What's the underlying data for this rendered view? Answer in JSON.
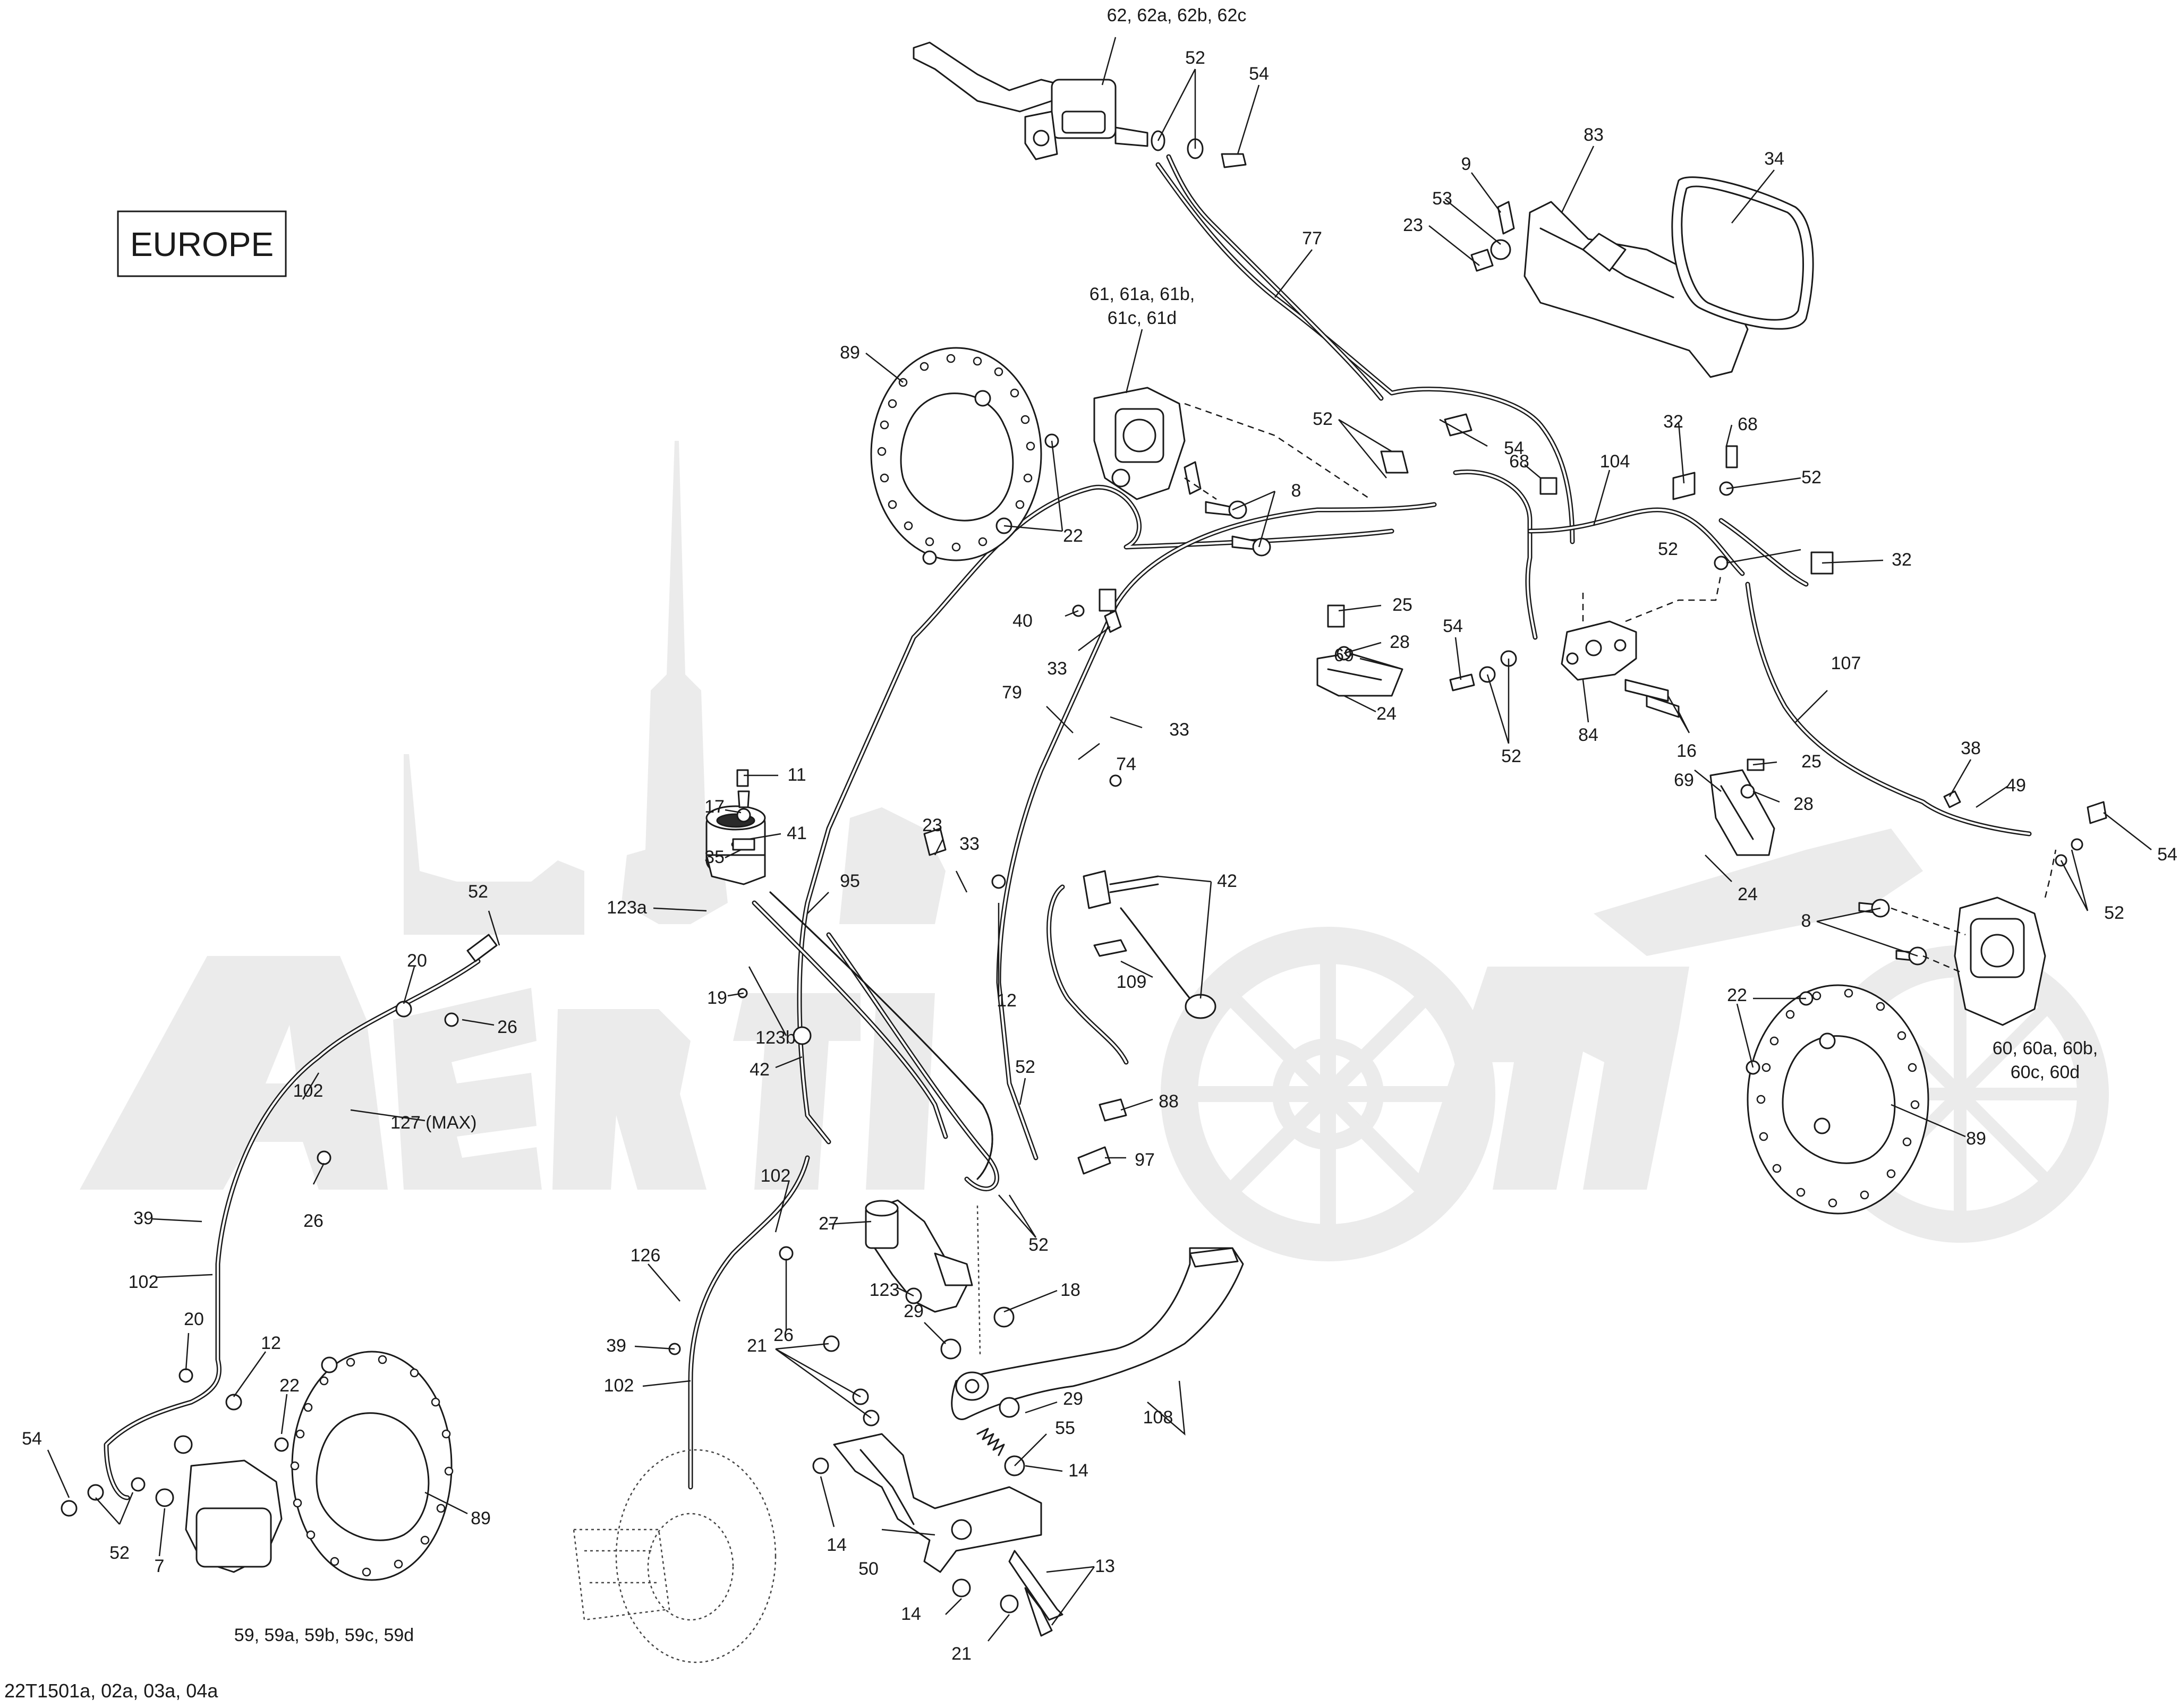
{
  "region_label": "EUROPE",
  "reference": "22T1501a, 02a, 03a, 04a",
  "callouts": {
    "c62": "62, 62a, 62b, 62c",
    "c52_top": "52",
    "c54_top": "54",
    "c77": "77",
    "c83": "83",
    "c34": "34",
    "c9": "9",
    "c53": "53",
    "c23_top": "23",
    "c61a": "61, 61a, 61b,",
    "c61b": "61c, 61d",
    "c89_top": "89",
    "c52_mid": "52",
    "c54_mid": "54",
    "c68_left": "68",
    "c104": "104",
    "c32_top": "32",
    "c68_right": "68",
    "c52_right1": "52",
    "c52_right2": "52",
    "c32_right": "32",
    "c8_top": "8",
    "c22_top": "22",
    "c25_top": "25",
    "c28_top": "28",
    "c69_top": "69",
    "c24_top": "24",
    "c54_center": "54",
    "c84": "84",
    "c52_center": "52",
    "c16": "16",
    "c40": "40",
    "c33_upper": "33",
    "c33_mid": "33",
    "c79": "79",
    "c74": "74",
    "c107": "107",
    "c25_right": "25",
    "c28_right": "28",
    "c69_right": "69",
    "c24_right": "24",
    "c38": "38",
    "c49": "49",
    "c54_right": "54",
    "c52_far_right": "52",
    "c8_right": "8",
    "c60a": "60, 60a, 60b,",
    "c60b": "60c, 60d",
    "c22_right": "22",
    "c89_right": "89",
    "c11": "11",
    "c17": "17",
    "c41": "41",
    "c35": "35",
    "c123a": "123a",
    "c95": "95",
    "c23_center": "23",
    "c33_center": "33",
    "c42": "42",
    "c19": "19",
    "c12_center": "12",
    "c109": "109",
    "c123b": "123b",
    "c42_left": "42",
    "c52_center2": "52",
    "c88": "88",
    "c97": "97",
    "c27": "27",
    "c52_lower": "52",
    "c123": "123",
    "c18": "18",
    "c102_center": "102",
    "c26_center": "26",
    "c126": "126",
    "c29_upper": "29",
    "c29_lower": "29",
    "c108": "108",
    "c21_upper": "21",
    "c39_center": "39",
    "c102_center2": "102",
    "c55": "55",
    "c14_right": "14",
    "c14_left": "14",
    "c50": "50",
    "c13": "13",
    "c14_bottom": "14",
    "c21_bottom": "21",
    "c52_left": "52",
    "c20_upper": "20",
    "c26_upper": "26",
    "c102_left": "102",
    "c127": "127 (MAX)",
    "c26_left": "26",
    "c39_left": "39",
    "c102_left2": "102",
    "c20_lower": "20",
    "c12_left": "12",
    "c22_left": "22",
    "c54_left": "54",
    "c52_bottom_left": "52",
    "c7": "7",
    "c89_left": "89",
    "c59": "59, 59a, 59b, 59c, 59d"
  }
}
